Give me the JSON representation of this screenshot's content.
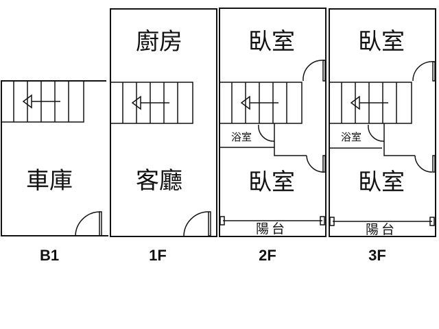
{
  "floors": [
    {
      "label": "B1",
      "rooms": {
        "main": "車庫"
      }
    },
    {
      "label": "1F",
      "rooms": {
        "top": "廚房",
        "main": "客廳"
      }
    },
    {
      "label": "2F",
      "rooms": {
        "top": "臥室",
        "bath": "浴室",
        "main": "臥室",
        "balcony": "陽台"
      }
    },
    {
      "label": "3F",
      "rooms": {
        "top": "臥室",
        "bath": "浴室",
        "main": "臥室",
        "balcony": "陽台"
      }
    }
  ]
}
